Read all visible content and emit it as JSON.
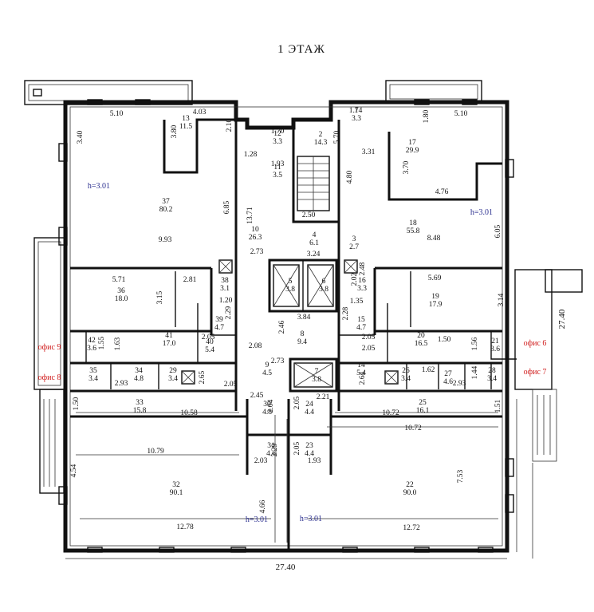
{
  "title": "1 ЭТАЖ",
  "overall_width": "27.40",
  "overall_height": "27.40",
  "rooms": [
    {
      "id": "room-37",
      "no": "37",
      "area": "80.2"
    },
    {
      "id": "room-13",
      "no": "13",
      "area": "11.5"
    },
    {
      "id": "room-12",
      "no": "12",
      "area": "3.3"
    },
    {
      "id": "room-11",
      "no": "11",
      "area": "3.5"
    },
    {
      "id": "room-2",
      "no": "2",
      "area": "14.3"
    },
    {
      "id": "room-1",
      "no": "1",
      "area": "3.3"
    },
    {
      "id": "room-17",
      "no": "17",
      "area": "29.9"
    },
    {
      "id": "room-18",
      "no": "18",
      "area": "55.8"
    },
    {
      "id": "room-10",
      "no": "10",
      "area": "26.3"
    },
    {
      "id": "room-4",
      "no": "4",
      "area": "6.1"
    },
    {
      "id": "room-3",
      "no": "3",
      "area": "2.7"
    },
    {
      "id": "room-5",
      "no": "5",
      "area": "3.8"
    },
    {
      "id": "room-6",
      "no": "6",
      "area": "3.8"
    },
    {
      "id": "room-36",
      "no": "36",
      "area": "18.0"
    },
    {
      "id": "room-38",
      "no": "38",
      "area": "3.1"
    },
    {
      "id": "room-16",
      "no": "16",
      "area": "3.3"
    },
    {
      "id": "room-19",
      "no": "19",
      "area": "17.9"
    },
    {
      "id": "room-39",
      "no": "39",
      "area": "4.7"
    },
    {
      "id": "room-15",
      "no": "15",
      "area": "4.7"
    },
    {
      "id": "room-8",
      "no": "8",
      "area": "9.4"
    },
    {
      "id": "room-41",
      "no": "41",
      "area": "17.0"
    },
    {
      "id": "room-42",
      "no": "42",
      "area": "3.6"
    },
    {
      "id": "room-20",
      "no": "20",
      "area": "16.5"
    },
    {
      "id": "room-21",
      "no": "21",
      "area": "3.6"
    },
    {
      "id": "room-40",
      "no": "40",
      "area": "5.4"
    },
    {
      "id": "room-14",
      "no": "14",
      "area": "5.4"
    },
    {
      "id": "room-9",
      "no": "9",
      "area": "4.5"
    },
    {
      "id": "room-7",
      "no": "7",
      "area": "3.8"
    },
    {
      "id": "room-35",
      "no": "35",
      "area": "3.4"
    },
    {
      "id": "room-34",
      "no": "34",
      "area": "4.8"
    },
    {
      "id": "room-29",
      "no": "29",
      "area": "3.4"
    },
    {
      "id": "room-26",
      "no": "26",
      "area": "3.4"
    },
    {
      "id": "room-27",
      "no": "27",
      "area": "4.6"
    },
    {
      "id": "room-28",
      "no": "28",
      "area": "3.4"
    },
    {
      "id": "room-30",
      "no": "30",
      "area": "4.8"
    },
    {
      "id": "room-24",
      "no": "24",
      "area": "4.4"
    },
    {
      "id": "room-33",
      "no": "33",
      "area": "15.8"
    },
    {
      "id": "room-25",
      "no": "25",
      "area": "16.1"
    },
    {
      "id": "room-31",
      "no": "31",
      "area": "4.6"
    },
    {
      "id": "room-23",
      "no": "23",
      "area": "4.4"
    },
    {
      "id": "room-32",
      "no": "32",
      "area": "90.1"
    },
    {
      "id": "room-22",
      "no": "22",
      "area": "90.0"
    }
  ],
  "dims": [
    "5.10",
    "4.03",
    "3.80",
    "2.10",
    "3.40",
    "6.85",
    "9.93",
    "1.28",
    "13.71",
    "2.73",
    "1.70",
    "1.93",
    "2.50",
    "5.70",
    "4.80",
    "3.31",
    "1.74",
    "1.80",
    "5.10",
    "3.70",
    "4.76",
    "8.48",
    "6.05",
    "3.24",
    "2.48",
    "2.02",
    "5.71",
    "3.15",
    "2.81",
    "1.20",
    "2.29",
    "5.69",
    "3.14",
    "1.35",
    "2.28",
    "2.46",
    "3.84",
    "2.05",
    "1.63",
    "1.55",
    "2.05",
    "2.08",
    "2.05",
    "1.50",
    "1.56",
    "2.65",
    "2.05",
    "2.73",
    "2.64",
    "1.62",
    "1.44",
    "2.93",
    "2.93",
    "1.50",
    "2.45",
    "2.05",
    "2.21",
    "2.04",
    "1.51",
    "10.58",
    "10.72",
    "10.72",
    "10.79",
    "4.54",
    "2.29",
    "2.05",
    "2.03",
    "1.93",
    "7.53",
    "4.66",
    "12.78",
    "12.72"
  ],
  "offices": [
    "офис 9",
    "офис 8",
    "офис 6",
    "офис 7"
  ],
  "heights": [
    "h=3.01",
    "h=3.01",
    "h=3.01",
    "h=3.01"
  ]
}
